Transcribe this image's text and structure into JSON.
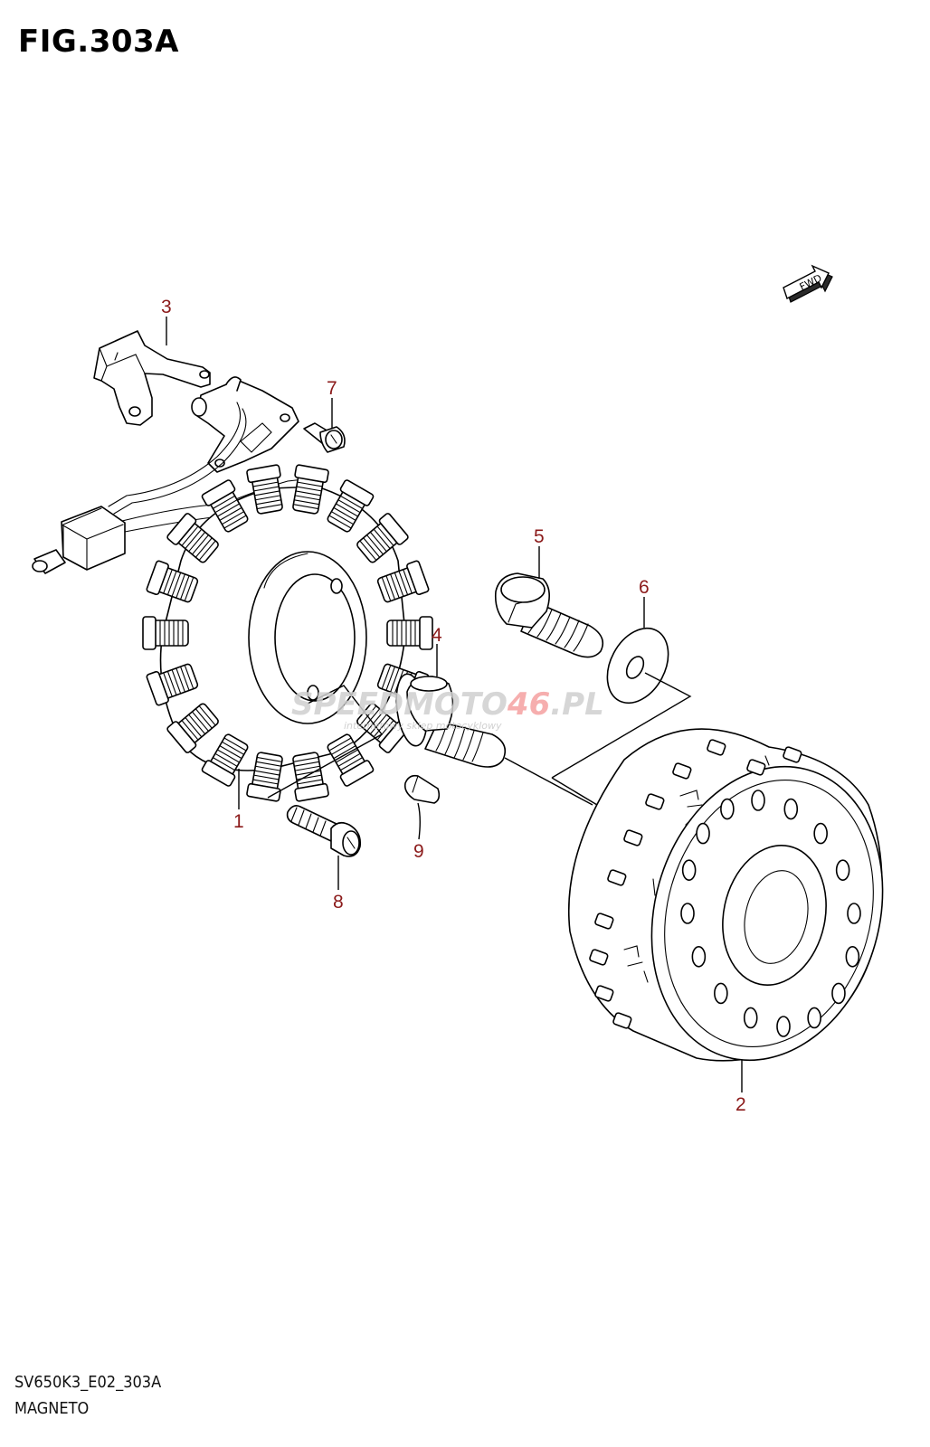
{
  "figure": {
    "title": "FIG.303A",
    "code": "SV650K3_E02_303A",
    "name": "MAGNETO"
  },
  "fwd_badge": "FWD",
  "watermark": {
    "text_a": "SPEEDMOTO",
    "text_b": "46",
    "text_c": ".PL",
    "subtext": "internetowy sklep motocyklowy"
  },
  "parts": [
    {
      "ref": "1",
      "name": "stator"
    },
    {
      "ref": "2",
      "name": "rotor"
    },
    {
      "ref": "3",
      "name": "pickup-bracket"
    },
    {
      "ref": "4",
      "name": "rotor-bolt"
    },
    {
      "ref": "5",
      "name": "bolt"
    },
    {
      "ref": "6",
      "name": "washer"
    },
    {
      "ref": "7",
      "name": "screw"
    },
    {
      "ref": "8",
      "name": "stator-screw"
    },
    {
      "ref": "9",
      "name": "key"
    }
  ],
  "colors": {
    "label": "#8b1a1a",
    "line": "#000000",
    "watermark_gray": "#c9c9c9",
    "watermark_red": "#f4a3a3"
  }
}
